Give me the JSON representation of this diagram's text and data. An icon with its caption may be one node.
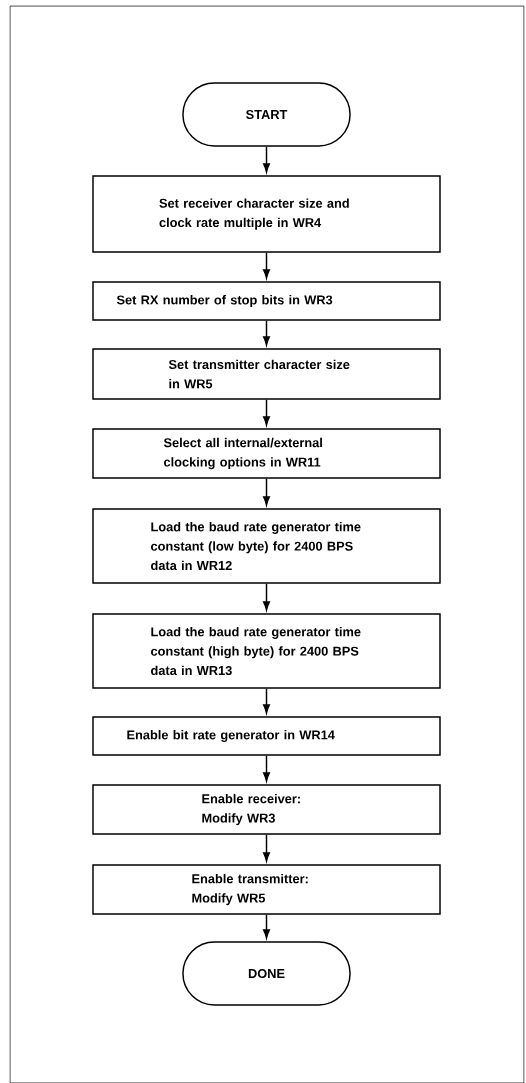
{
  "diagram": {
    "nodes": [
      {
        "text": [
          "START"
        ]
      },
      {
        "text": [
          "Set receiver character size and clock rate multiple in WR4"
        ]
      },
      {
        "text": [
          "Set RX number of stop bits in WR3"
        ]
      },
      {
        "text": [
          "Set transmitter character size in WR5"
        ]
      },
      {
        "text": [
          "Select all internal/external clocking options in WR11"
        ]
      },
      {
        "text": [
          "Load the baud rate generator time constant (low byte) for 2400 BPS data in WR12"
        ]
      },
      {
        "text": [
          "Load the baud rate generator time constant (high byte) for 2400 BPS data in WR13"
        ]
      },
      {
        "text": [
          "Enable bit rate generator in WR14"
        ]
      },
      {
        "text": [
          "Enable receiver: Modify WR3"
        ]
      },
      {
        "text": [
          "Enable transmitter: Modify WR5"
        ]
      },
      {
        "text": [
          "DONE"
        ]
      }
    ],
    "edges": [
      {
        "from": 0,
        "to": 1,
        "arrow": "to"
      },
      {
        "from": 1,
        "to": 2,
        "arrow": "to"
      },
      {
        "from": 2,
        "to": 3,
        "arrow": "to"
      },
      {
        "from": 3,
        "to": 4,
        "arrow": "to"
      },
      {
        "from": 4,
        "to": 5,
        "arrow": "to"
      },
      {
        "from": 5,
        "to": 6,
        "arrow": "to"
      },
      {
        "from": 6,
        "to": 7,
        "arrow": "to"
      },
      {
        "from": 7,
        "to": 8,
        "arrow": "to"
      },
      {
        "from": 8,
        "to": 9,
        "arrow": "to"
      },
      {
        "from": 9,
        "to": 10,
        "arrow": "to"
      }
    ]
  }
}
